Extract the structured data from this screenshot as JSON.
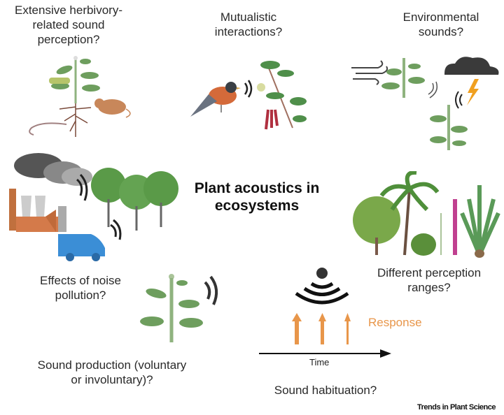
{
  "title": {
    "line1": "Plant acoustics in",
    "line2": "ecosystems"
  },
  "sections": {
    "herbivory": {
      "line1": "Extensive herbivory-",
      "line2": "related sound",
      "line3": "perception?"
    },
    "mutualistic": {
      "line1": "Mutualistic",
      "line2": "interactions?"
    },
    "environmental": {
      "line1": "Environmental",
      "line2": "sounds?"
    },
    "noise": {
      "line1": "Effects of noise",
      "line2": "pollution?"
    },
    "perception": {
      "line1": "Different perception",
      "line2": "ranges?"
    },
    "production": {
      "line1": "Sound production (voluntary",
      "line2": "or involuntary)?"
    },
    "habituation": {
      "label": "Sound habituation?",
      "response_label": "Response",
      "time_label": "Time"
    }
  },
  "credit": "Trends in Plant Science",
  "colors": {
    "leaf": "#6e9e5e",
    "stem": "#8fb37f",
    "response": "#e8964a",
    "cloud": "#3a3a3a",
    "van": "#3b8ed6"
  }
}
